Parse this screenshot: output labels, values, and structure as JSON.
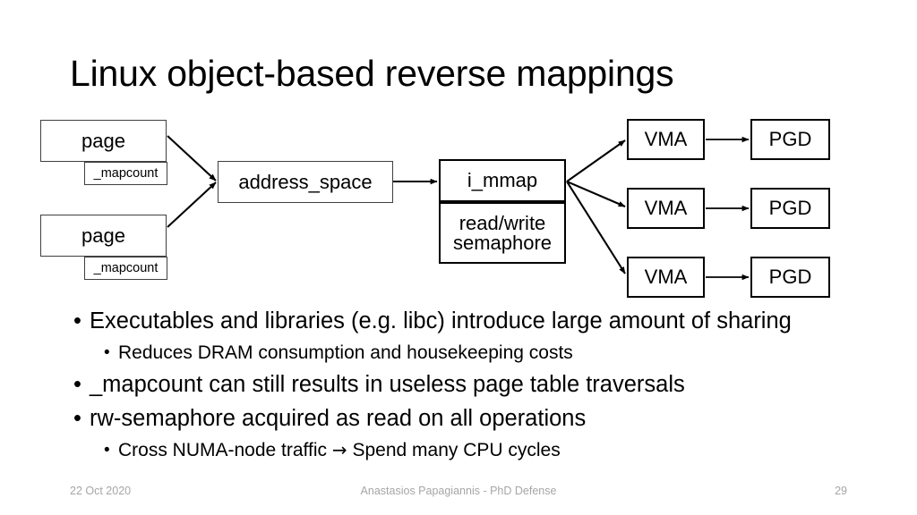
{
  "slide": {
    "title": "Linux object-based reverse mappings"
  },
  "diagram": {
    "page_1": {
      "label": "page",
      "field": "_mapcount"
    },
    "page_2": {
      "label": "page",
      "field": "_mapcount"
    },
    "address_space": {
      "label": "address_space"
    },
    "i_mmap": {
      "label": "i_mmap",
      "detail_line_1": "read/write",
      "detail_line_2": "semaphore"
    },
    "rows": [
      {
        "vma": "VMA",
        "pgd": "PGD"
      },
      {
        "vma": "VMA",
        "pgd": "PGD"
      },
      {
        "vma": "VMA",
        "pgd": "PGD"
      }
    ],
    "colors": {
      "box_border": "#3f3f3f",
      "arrow": "#000000",
      "background": "#ffffff"
    }
  },
  "bullets": [
    {
      "level": 1,
      "marker": "•",
      "text": "Executables and libraries (e.g. libc) introduce large amount of sharing"
    },
    {
      "level": 2,
      "marker": "•",
      "text": "Reduces DRAM consumption and housekeeping costs"
    },
    {
      "level": 1,
      "marker": "•",
      "text": "_mapcount can still results in useless page table traversals"
    },
    {
      "level": 1,
      "marker": "•",
      "text": "rw-semaphore acquired as read on all operations"
    },
    {
      "level": 2,
      "marker": "•",
      "text_before_arrow": "Cross NUMA-node traffic ",
      "arrow": "→",
      "text_after_arrow": " Spend many CPU cycles"
    }
  ],
  "footer": {
    "date": "22 Oct 2020",
    "center": "Anastasios Papagiannis - PhD Defense",
    "page_number": "29"
  }
}
